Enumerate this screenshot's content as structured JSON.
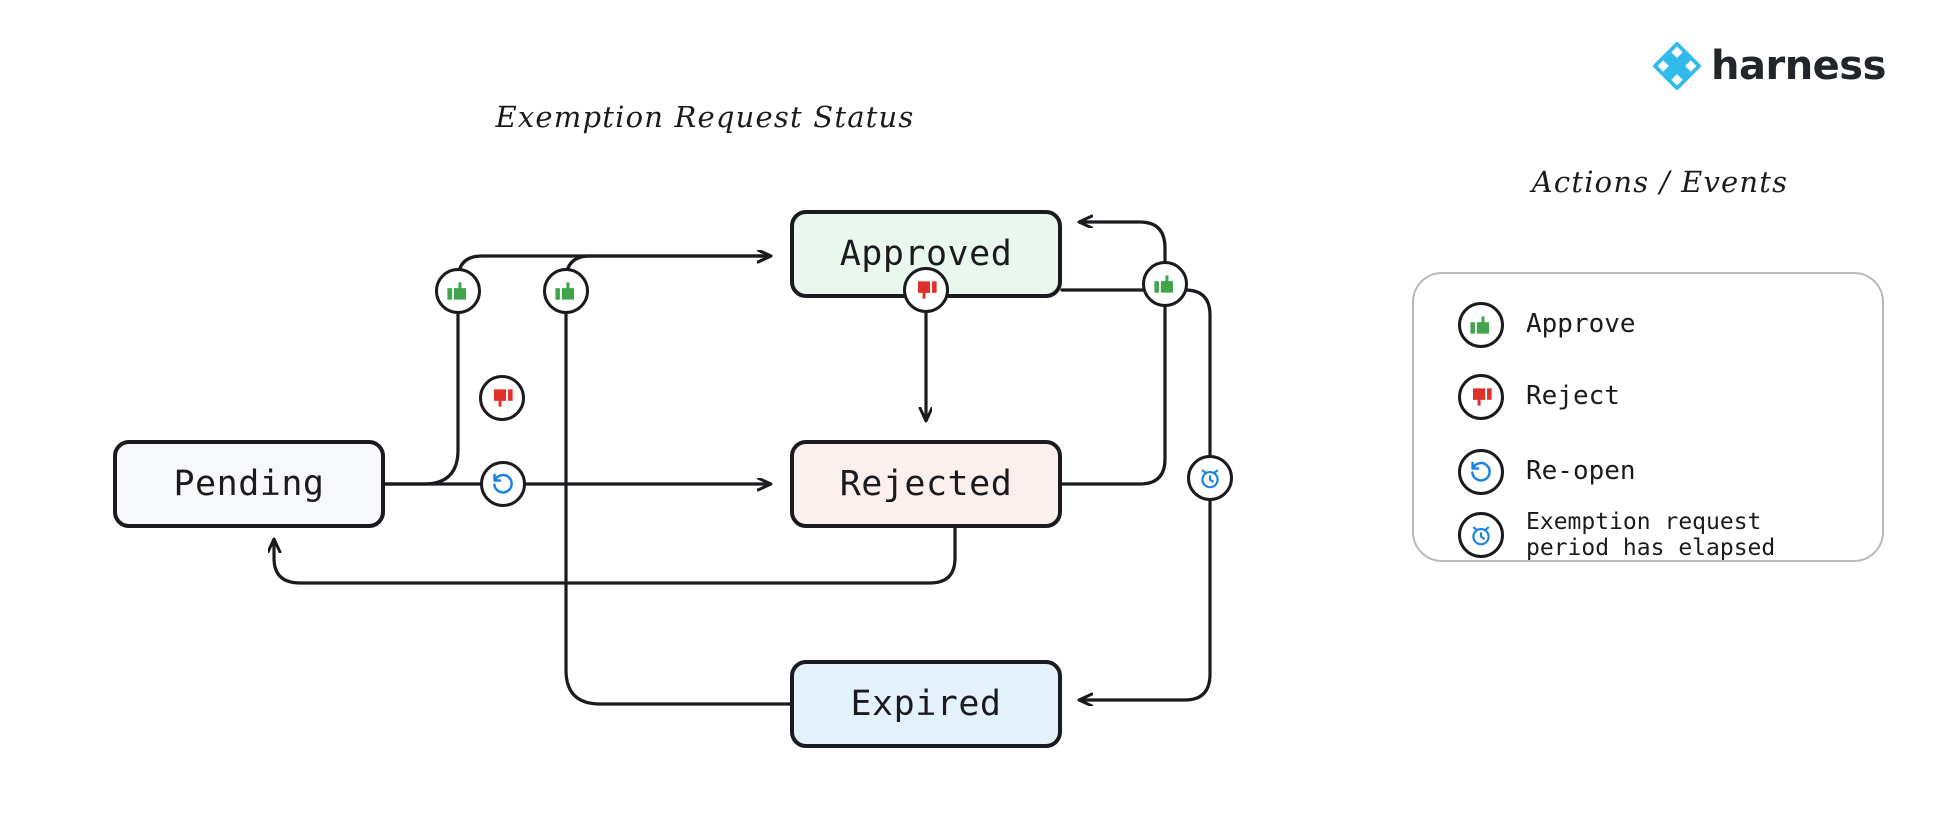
{
  "brand": {
    "name": "harness",
    "logo_icon": "harness-diamond-logo",
    "logo_color": "#32bbe8",
    "word_color": "#22252a"
  },
  "diagram": {
    "title": "Exemption Request Status",
    "type": "state-machine",
    "nodes": [
      {
        "id": "pending",
        "label": "Pending",
        "fill": "#f7f8fa",
        "stroke": "#1b1b1f"
      },
      {
        "id": "approved",
        "label": "Approved",
        "fill": "#e9f7ee",
        "stroke": "#1b1b1f"
      },
      {
        "id": "rejected",
        "label": "Rejected",
        "fill": "#fcf0ef",
        "stroke": "#1b1b1f"
      },
      {
        "id": "expired",
        "label": "Expired",
        "fill": "#e3f1fb",
        "stroke": "#1b1b1f"
      }
    ],
    "edges": [
      {
        "id": "pending-to-approved",
        "from": "pending",
        "to": "approved",
        "icon": "thumbs-up-icon",
        "action": "Approve"
      },
      {
        "id": "expired-to-approved",
        "from": "expired",
        "to": "approved",
        "icon": "thumbs-up-icon",
        "action": "Approve"
      },
      {
        "id": "pending-to-rejected",
        "from": "pending",
        "to": "rejected",
        "icon": "thumbs-down-icon",
        "action": "Reject"
      },
      {
        "id": "approved-to-rejected",
        "from": "approved",
        "to": "rejected",
        "icon": "thumbs-down-icon",
        "action": "Reject"
      },
      {
        "id": "rejected-to-approved",
        "from": "rejected",
        "to": "approved",
        "icon": "thumbs-up-icon",
        "action": "Approve"
      },
      {
        "id": "approved-to-expired",
        "from": "approved",
        "to": "expired",
        "icon": "alarm-clock-icon",
        "action": "Exemption request period has elapsed"
      },
      {
        "id": "rejected-to-pending",
        "from": "rejected",
        "to": "pending",
        "icon": "reopen-icon",
        "action": "Re-open"
      }
    ]
  },
  "legend": {
    "title": "Actions / Events",
    "items": [
      {
        "icon": "thumbs-up-icon",
        "label": "Approve",
        "color": "#41a54c"
      },
      {
        "icon": "thumbs-down-icon",
        "label": "Reject",
        "color": "#e0302a"
      },
      {
        "icon": "reopen-icon",
        "label": "Re-open",
        "color": "#1b84e3"
      },
      {
        "icon": "alarm-clock-icon",
        "label": "Exemption request\nperiod has elapsed",
        "color": "#1b84e3"
      }
    ]
  },
  "colors": {
    "approve_green": "#41a54c",
    "reject_red": "#e0302a",
    "event_blue": "#1b84e3",
    "stroke_dark": "#1b1b1f",
    "panel_border": "#b9b9b9",
    "background": "#ffffff"
  }
}
